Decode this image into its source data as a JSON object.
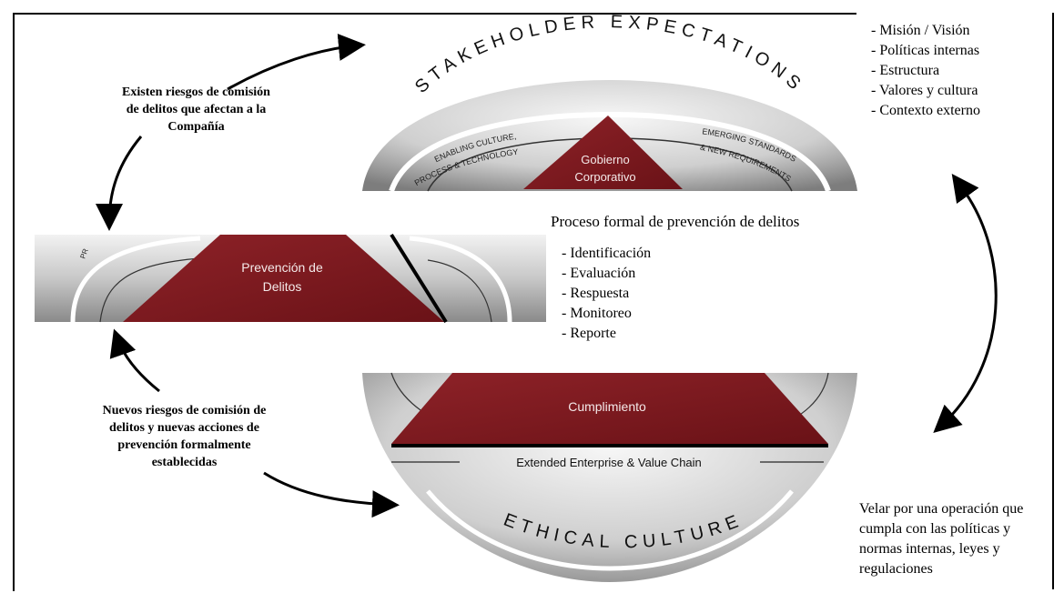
{
  "top_arc_label": "STAKEHOLDER EXPECTATIONS",
  "bottom_arc_label": "ETHICAL CULTURE",
  "inner_left_label_line1": "ENABLING CULTURE,",
  "inner_left_label_line2": "PROCESS & TECHNOLOGY",
  "inner_right_label_line1": "EMERGING STANDARDS",
  "inner_right_label_line2": "& NEW REQUIREMENTS",
  "band_left_fragment": "PR",
  "top_triangle": {
    "line1": "Gobierno",
    "line2": "Corporativo"
  },
  "middle_triangle": {
    "line1": "Prevención de",
    "line2": "Delitos"
  },
  "bottom_triangle": {
    "line1": "Cumplimiento"
  },
  "extended_enterprise": "Extended Enterprise & Value Chain",
  "top_left_note": [
    "Existen riesgos de comisión",
    "de delitos que afectan a la",
    "Compañía"
  ],
  "bottom_left_note": [
    "Nuevos riesgos de comisión de",
    "delitos y nuevas acciones de",
    "prevención formalmente",
    "establecidas"
  ],
  "right_list": [
    "- Misión / Visión",
    "- Políticas internas",
    "- Estructura",
    "- Valores y cultura",
    "- Contexto externo"
  ],
  "process_title": "Proceso formal de prevención de delitos",
  "process_steps": [
    "- Identificación",
    "- Evaluación",
    "- Respuesta",
    "- Monitoreo",
    "- Reporte"
  ],
  "bottom_right_note": [
    "Velar por una operación que",
    "cumpla con las políticas y",
    "normas internas, leyes y",
    "regulaciones"
  ],
  "colors": {
    "triangle": "#7a1a1f",
    "disc_light": "#e8e8e8",
    "disc_dark": "#8c8c8c",
    "ring": "#ffffff"
  }
}
